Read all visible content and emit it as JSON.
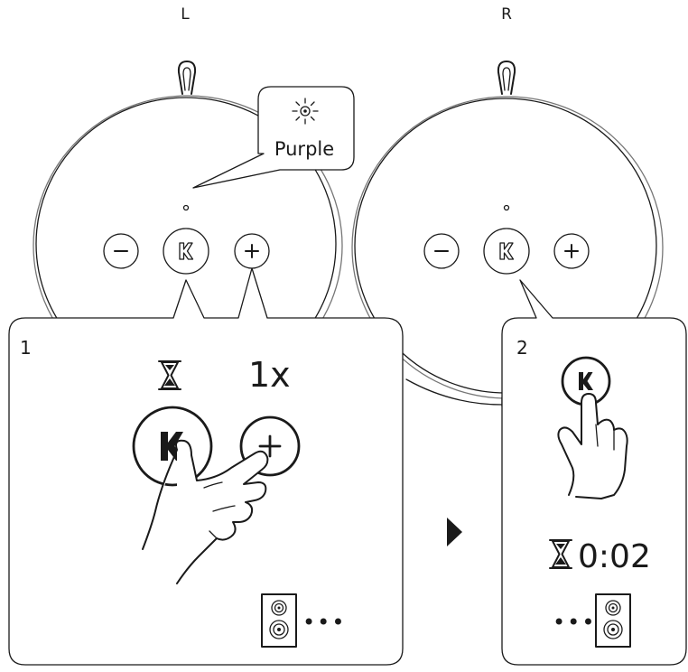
{
  "speakers": {
    "left_label": "L",
    "right_label": "R"
  },
  "callout": {
    "color_name": "Purple",
    "icon": "led-light-icon"
  },
  "step1": {
    "number": "1",
    "press_count": "1x",
    "icons": [
      "hourglass-icon",
      "kef-button-icon",
      "plus-button-icon",
      "hand-press-icon",
      "speaker-icon",
      "ellipsis-icon"
    ],
    "ellipsis": "•••"
  },
  "step2": {
    "number": "2",
    "duration": "0:02",
    "icons": [
      "kef-button-icon",
      "hand-press-icon",
      "hourglass-icon",
      "ellipsis-icon",
      "speaker-icon"
    ],
    "ellipsis": "•••"
  },
  "controls": {
    "minus": "−",
    "plus": "+",
    "logo": "K"
  },
  "colors": {
    "line": "#1a1a1a",
    "background": "#ffffff"
  }
}
